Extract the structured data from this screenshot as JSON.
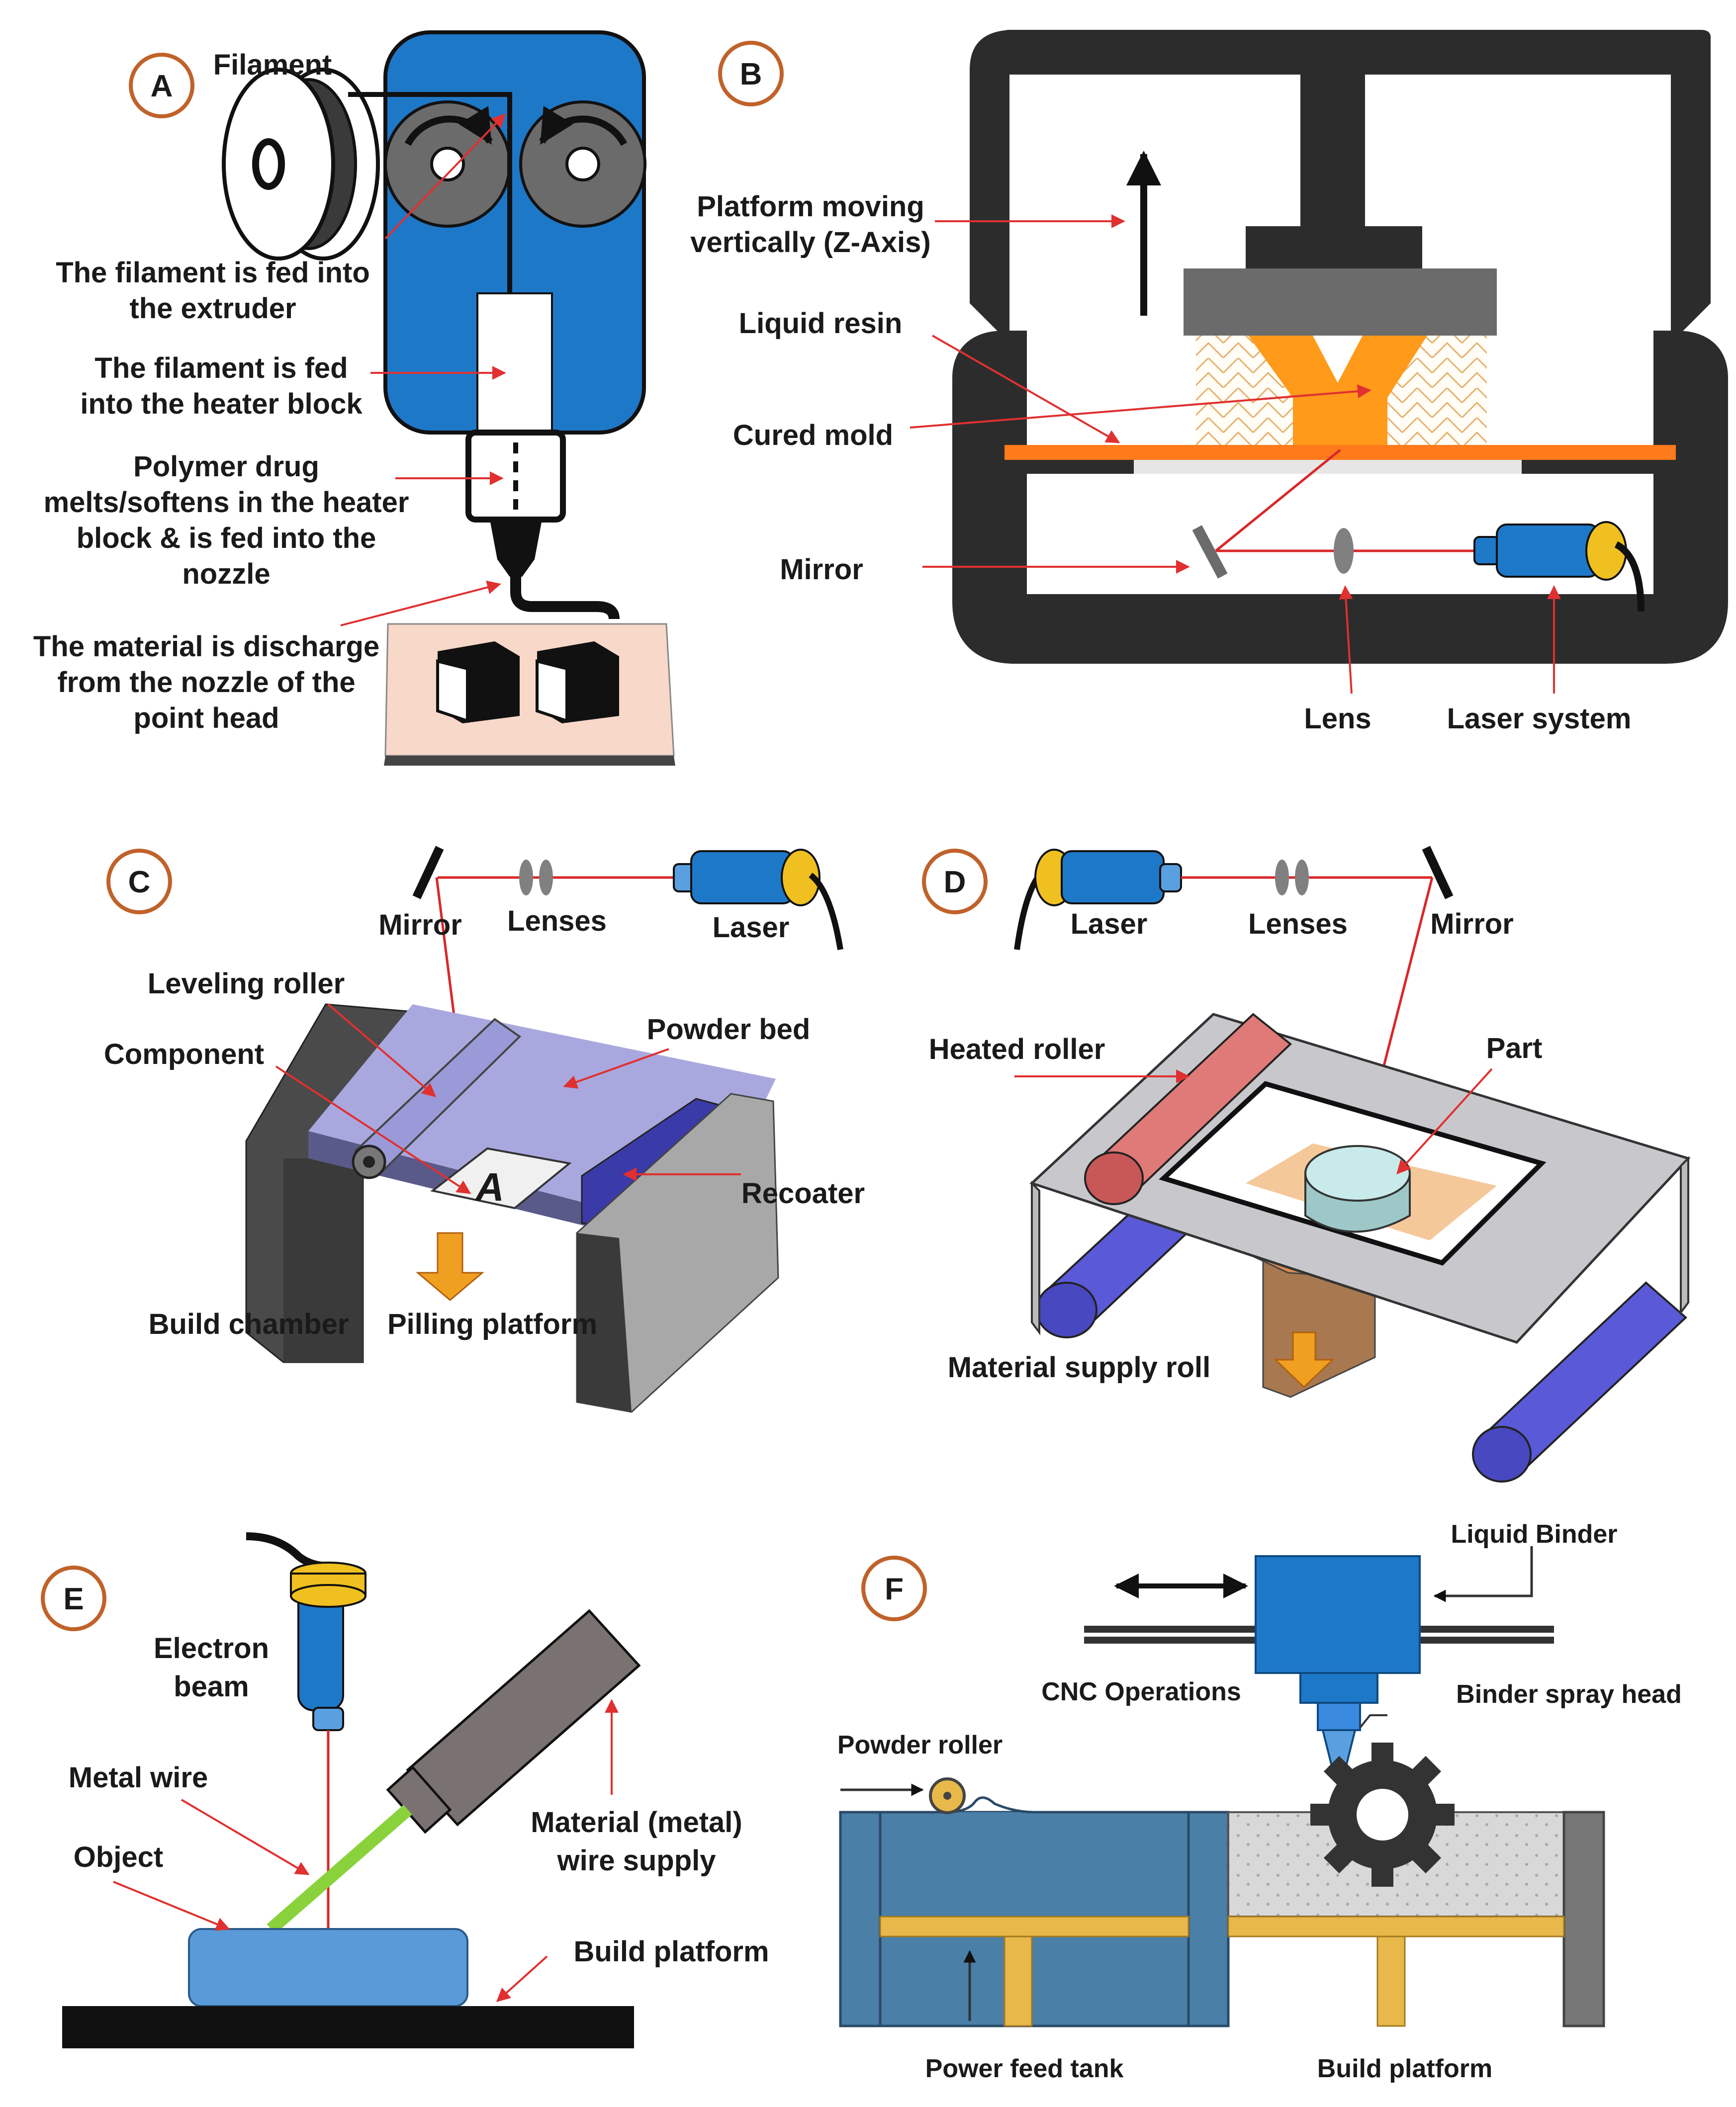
{
  "panels": {
    "a": {
      "badge": "A",
      "filament": "Filament",
      "fed_extruder": [
        "The filament is fed into",
        "the extruder"
      ],
      "fed_heater": [
        "The filament is fed",
        "into the heater block"
      ],
      "polymer": [
        "Polymer drug",
        "melts/softens in the heater",
        "block & is fed into the",
        "nozzle"
      ],
      "discharge": [
        "The material is discharge",
        "from the nozzle of the",
        "point head"
      ]
    },
    "b": {
      "badge": "B",
      "platform": [
        "Platform moving",
        "vertically (Z-Axis)"
      ],
      "liquid_resin": "Liquid resin",
      "cured_mold": "Cured mold",
      "mirror": "Mirror",
      "lens": "Lens",
      "laser_system": "Laser system"
    },
    "c": {
      "badge": "C",
      "mirror": "Mirror",
      "lenses": "Lenses",
      "laser": "Laser",
      "leveling_roller": "Leveling roller",
      "component": "Component",
      "powder_bed": "Powder bed",
      "recoater": "Recoater",
      "build_chamber": "Build chamber",
      "pilling_platform": "Pilling platform",
      "component_letter": "A"
    },
    "d": {
      "badge": "D",
      "laser": "Laser",
      "lenses": "Lenses",
      "mirror": "Mirror",
      "heated_roller": "Heated roller",
      "part": "Part",
      "material_supply_roll": "Material supply roll"
    },
    "e": {
      "badge": "E",
      "electron_beam": [
        "Electron",
        "beam"
      ],
      "metal_wire": "Metal wire",
      "object": "Object",
      "material_supply": [
        "Material (metal)",
        "wire supply"
      ],
      "build_platform": "Build platform"
    },
    "f": {
      "badge": "F",
      "liquid_binder": "Liquid Binder",
      "cnc": "CNC Operations",
      "spray_head": "Binder spray head",
      "powder_roller": "Powder roller",
      "power_feed_tank": "Power feed tank",
      "build_platform": "Build platform"
    }
  },
  "colors": {
    "badge_ring": "#c0622a",
    "arrow_red": "#e03030",
    "extruder_blue": "#1e78c8",
    "resin_orange": "#ff9a1a",
    "powder_purple": "#a9a8de",
    "roller_red": "#e07a78",
    "feed_blue": "#4a7fa8",
    "platform_yellow": "#e8b84a",
    "wire_green": "#8ad23c"
  }
}
